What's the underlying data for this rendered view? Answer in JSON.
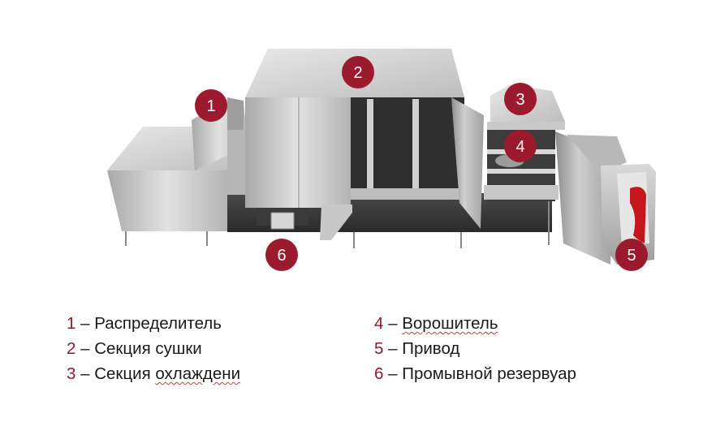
{
  "badges": [
    {
      "number": "1"
    },
    {
      "number": "2"
    },
    {
      "number": "3"
    },
    {
      "number": "4"
    },
    {
      "number": "5"
    },
    {
      "number": "6"
    }
  ],
  "legend": {
    "separator": "–",
    "items": [
      {
        "number": "1",
        "label": "Распределитель"
      },
      {
        "number": "2",
        "label": "Секция сушки"
      },
      {
        "number": "3",
        "label": "Секция охлаждени"
      },
      {
        "number": "4",
        "label": "Ворошитель"
      },
      {
        "number": "5",
        "label": "Привод"
      },
      {
        "number": "6",
        "label": "Промывной резервуар"
      }
    ]
  },
  "colors": {
    "badge_fill": "#9b1a2e",
    "number_text": "#8e1b2c",
    "spellcheck_underline": "#d23a3a",
    "drive_red": "#c4161c"
  }
}
